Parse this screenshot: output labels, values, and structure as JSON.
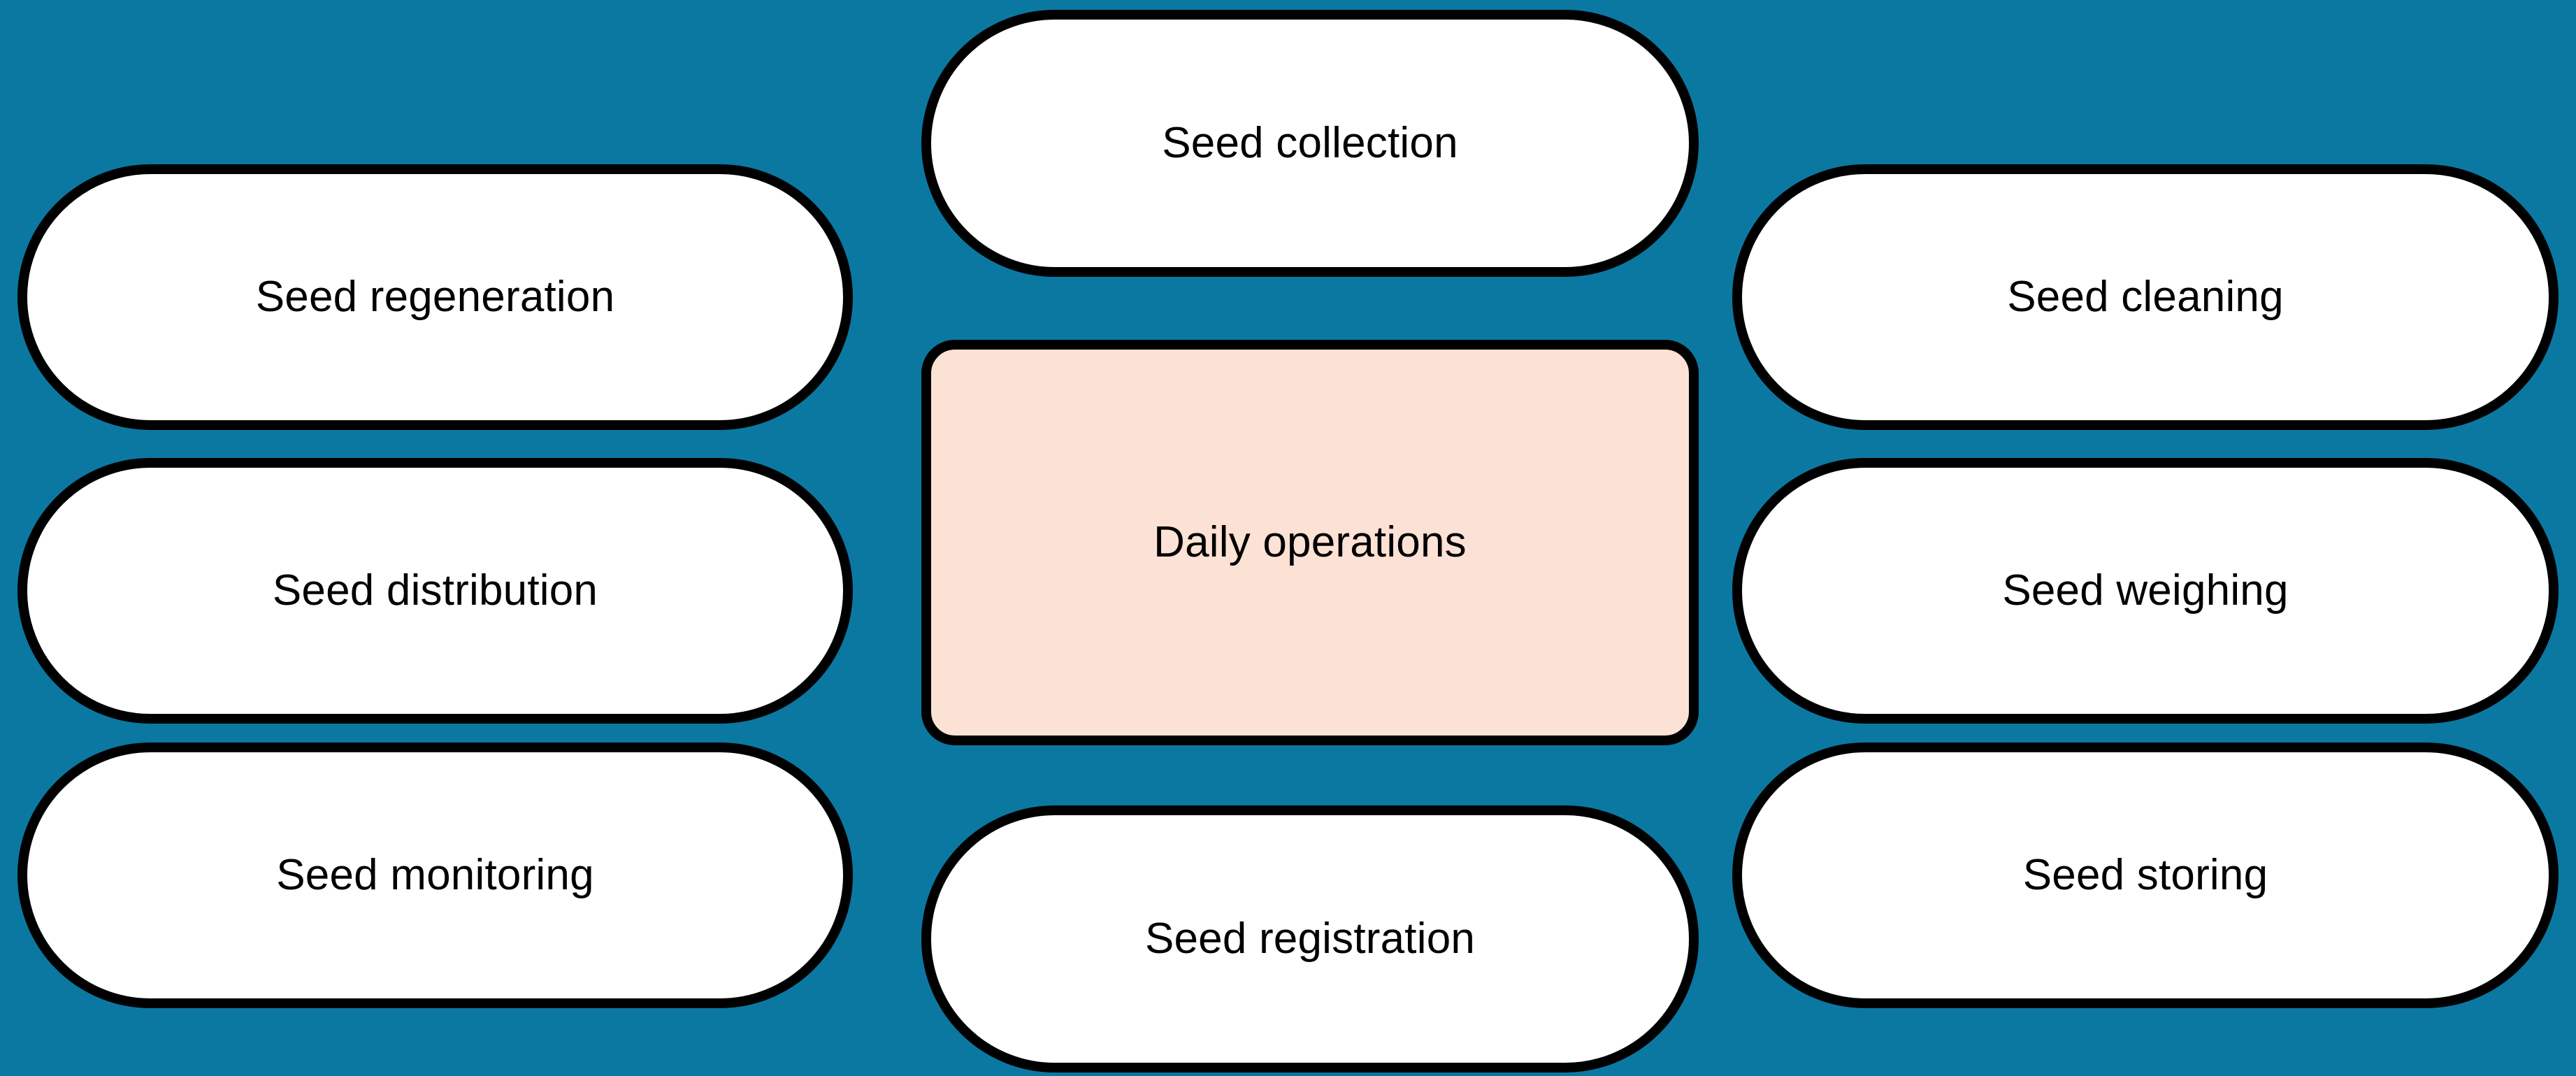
{
  "diagram": {
    "type": "cluster-map",
    "background_color": "#0b78a2",
    "node_border_color": "#000000",
    "node_fill_color": "#ffffff",
    "center_node_fill_color": "#fce1d5",
    "center_node": {
      "label": "Daily operations",
      "shape": "rounded-rectangle",
      "fill": "#fce1d5"
    },
    "columns": {
      "left": [
        {
          "label": "Seed regeneration",
          "shape": "stadium",
          "fill": "#ffffff"
        },
        {
          "label": "Seed distribution",
          "shape": "stadium",
          "fill": "#ffffff"
        },
        {
          "label": "Seed monitoring",
          "shape": "stadium",
          "fill": "#ffffff"
        }
      ],
      "center": [
        {
          "label": "Seed collection",
          "shape": "stadium",
          "fill": "#ffffff"
        },
        {
          "label": "Seed registration",
          "shape": "stadium",
          "fill": "#ffffff"
        }
      ],
      "right": [
        {
          "label": "Seed cleaning",
          "shape": "stadium",
          "fill": "#ffffff"
        },
        {
          "label": "Seed weighing",
          "shape": "stadium",
          "fill": "#ffffff"
        },
        {
          "label": "Seed storing",
          "shape": "stadium",
          "fill": "#ffffff"
        }
      ]
    }
  }
}
